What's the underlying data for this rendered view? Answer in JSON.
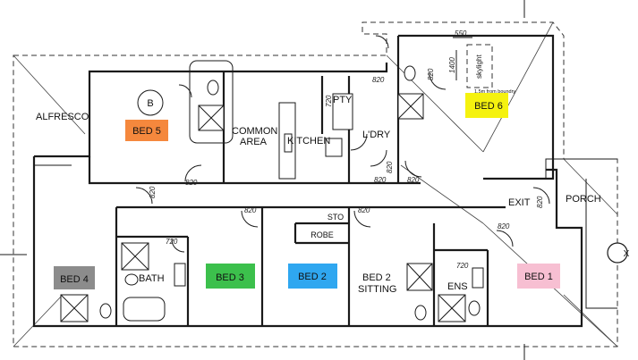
{
  "rooms": {
    "alfresco": "ALFRESCO",
    "bed5": "BED 5",
    "common_area_1": "COMMON",
    "common_area_2": "AREA",
    "kitchen": "KITCHEN",
    "pantry": "PTY",
    "laundry": "L'DRY",
    "bed6": "BED 6",
    "exit": "EXIT",
    "porch": "PORCH",
    "bed4": "BED 4",
    "bath": "BATH",
    "bed3": "BED 3",
    "bed2": "BED 2",
    "robe": "ROBE",
    "store": "STO",
    "bed2_sitting_1": "BED 2",
    "bed2_sitting_2": "SITTING",
    "ensuite": "ENS",
    "bed1": "BED 1"
  },
  "symbols": {
    "b_marker": "B",
    "x_marker": "X"
  },
  "dimensions": {
    "d_820_a": "820",
    "d_820_b": "820",
    "d_820_c": "820",
    "d_820_d": "820",
    "d_820_e": "820",
    "d_820_f": "820",
    "d_820_g": "820",
    "d_820_h": "820",
    "d_820_i": "820",
    "d_820_j": "820",
    "d_820_k": "820",
    "d_720_a": "720",
    "d_720_b": "720",
    "d_720_c": "720",
    "d_550": "550",
    "d_1400": "1400"
  },
  "annotations": {
    "skylight": "skylight",
    "boundary_note": "1.5m from boundry"
  },
  "colors": {
    "bed5": "#f5883d",
    "bed6": "#f5f20f",
    "bed4": "#8c8c8c",
    "bed3": "#3cc04c",
    "bed2": "#2fa7f0",
    "bed1": "#f7bfd2"
  }
}
